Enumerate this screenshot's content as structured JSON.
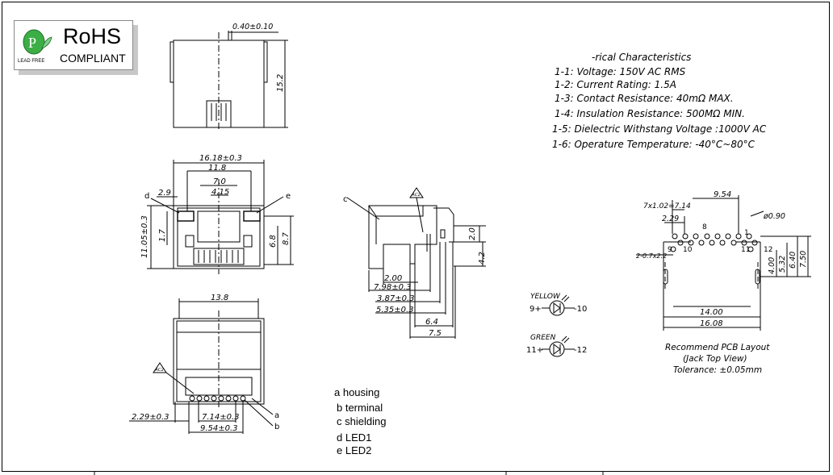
{
  "badge": {
    "title": "RoHS",
    "subtitle": "COMPLIANT",
    "lead_free": "LEAD FREE",
    "logo_letter": "P",
    "logo_color": "#2e9e3a"
  },
  "specs": {
    "heading": "-rical  Characteristics",
    "items": [
      "1-1:  Voltage:  150V  AC  RMS",
      "1-2:  Current  Rating:  1.5A",
      "1-3:  Contact  Resistance:  40mΩ  MAX.",
      "1-4:  Insulation  Resistance:  500MΩ  MIN.",
      "1-5:  Dielectric  Withstang  Voltage  :1000V  AC",
      "1-6:  Operature  Temperature:  -40°C~80°C"
    ]
  },
  "legend": [
    "a  housing",
    "b  terminal",
    "c  shielding",
    "d  LED1",
    "e LED2"
  ],
  "top_view": {
    "dim_pin": "0.40±0.10",
    "dim_height": "15.2"
  },
  "front_view": {
    "dim_width": "16.18±0.3",
    "dim_inner": "11.8",
    "dim_70": "7.0",
    "dim_415": "4.15",
    "dim_29": "2.9",
    "dim_height": "11.05±0.3",
    "dim_17": "1.7",
    "dim_68": "6.8",
    "dim_87": "8.7",
    "label_d": "d",
    "label_e": "e"
  },
  "side_view": {
    "label_c": "c",
    "rev": "AC2",
    "dim_20": "2.0",
    "dim_42": "4.2",
    "dim_200": "2.00",
    "dim_798": "7.98±0.3",
    "dim_387": "3.87±0.3",
    "dim_535": "5.35±0.3",
    "dim_64": "6.4",
    "dim_75": "7.5"
  },
  "bottom_view": {
    "dim_width": "13.8",
    "rev": "AC2",
    "dim_229": "2.29±0.3",
    "dim_714": "7.14±0.3",
    "dim_954": "9.54±0.3",
    "label_a": "a",
    "label_b": "b"
  },
  "leds": {
    "yellow_label": "YELLOW",
    "yellow_plus": "9+",
    "yellow_minus": "-10",
    "green_label": "GREEN",
    "green_plus": "11+",
    "green_minus": "-12"
  },
  "pcb": {
    "dim_954": "9.54",
    "dim_pitch": "7x1.02=7.14",
    "dim_229": "2.29",
    "dim_090": "ø0.90",
    "pin_8": "8",
    "pin_1": "1",
    "pin_10": "10",
    "pin_12": "12",
    "pin_9": "9",
    "pin_11": "11",
    "dim_slot": "2-0.7x2.2",
    "dim_400": "4.00",
    "dim_532": "5.32",
    "dim_640": "6.40",
    "dim_750": "7.50",
    "dim_1400": "14.00",
    "dim_1608": "16.08",
    "caption1": "Recommend  PCB  Layout",
    "caption2": "(Jack  Top  View)",
    "caption3": "Tolerance:  ±0.05mm"
  }
}
